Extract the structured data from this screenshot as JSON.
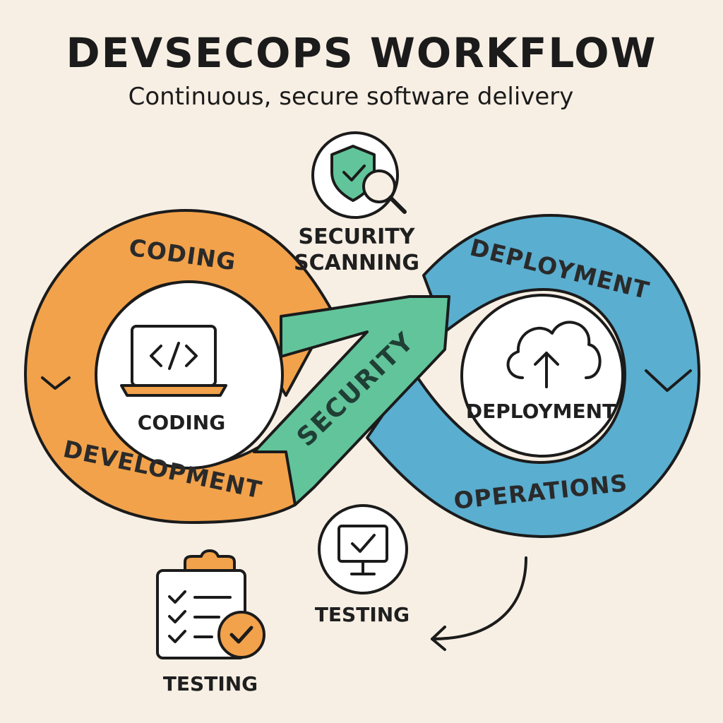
{
  "header": {
    "title": "DEVSECOPS WORKFLOW",
    "subtitle": "Continuous, secure software delivery"
  },
  "loop": {
    "left_top_label": "CODING",
    "left_bottom_label": "DEVELOPMENT",
    "right_top_label": "DEPLOYMENT",
    "right_bottom_label": "OPERATIONS",
    "center_band_label": "SECURITY"
  },
  "nodes": {
    "coding_label": "CODING",
    "deployment_label": "DEPLOYMENT",
    "security_scanning_line1": "SECURITY",
    "security_scanning_line2": "SCANNING",
    "testing_monitor_label": "TESTING",
    "testing_checklist_label": "TESTING"
  },
  "colors": {
    "background": "#f7efe4",
    "orange": "#f2a24b",
    "blue": "#5aaed0",
    "green": "#62c49a",
    "outline": "#1b1b1b"
  },
  "icons": {
    "coding": "laptop-code-icon",
    "deployment": "cloud-upload-icon",
    "security_scanning": "shield-search-icon",
    "testing_monitor": "monitor-check-icon",
    "testing_checklist": "clipboard-checklist-icon"
  }
}
